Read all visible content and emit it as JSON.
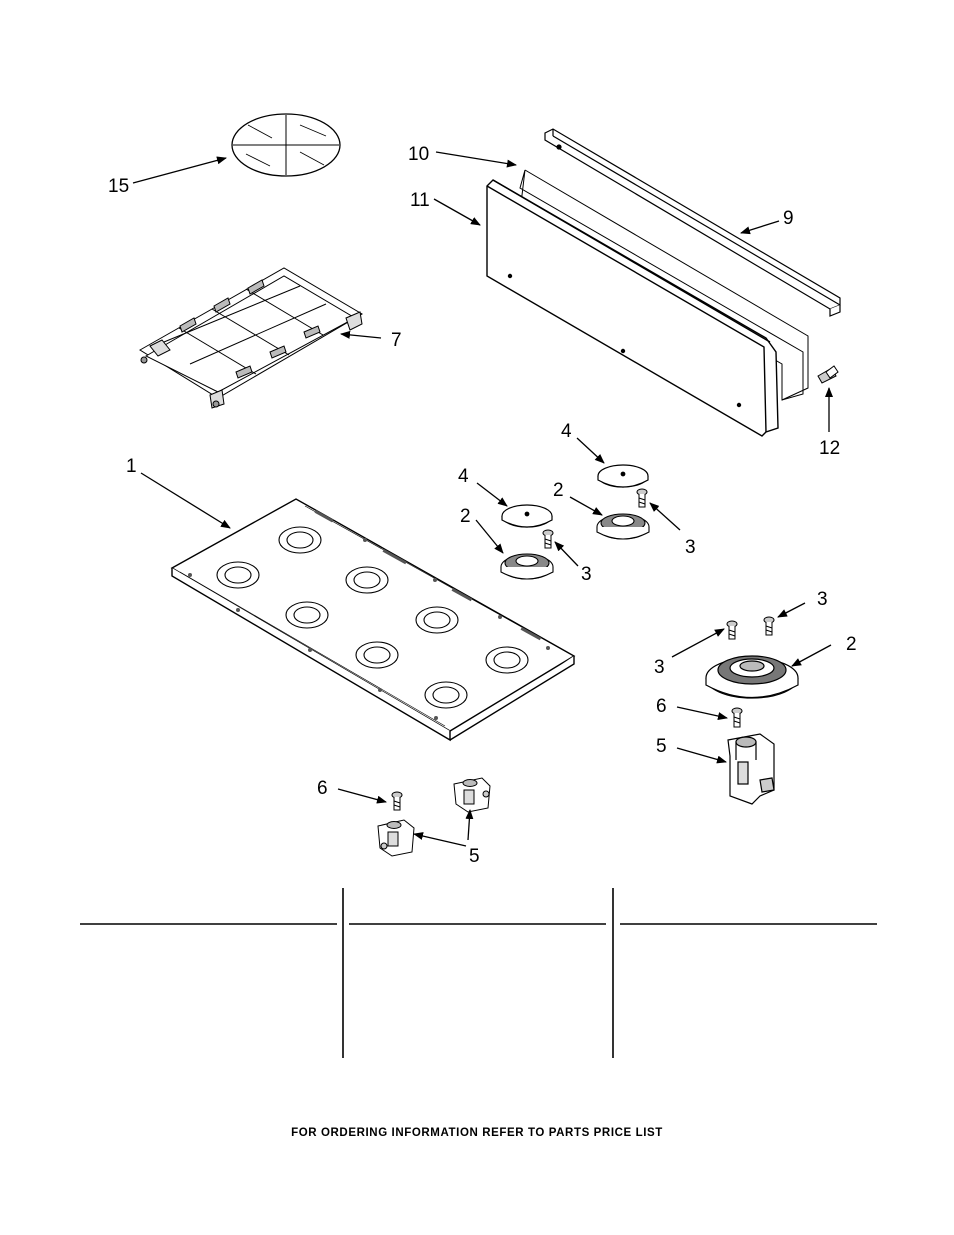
{
  "callouts": {
    "c15": "15",
    "c10": "10",
    "c11": "11",
    "c9": "9",
    "c7": "7",
    "c12": "12",
    "c1": "1",
    "c4a": "4",
    "c4b": "4",
    "c2a": "2",
    "c2b": "2",
    "c3a": "3",
    "c3b": "3",
    "c3c": "3",
    "c3d": "3",
    "c2c": "2",
    "c6a": "6",
    "c5a": "5",
    "c6b": "6",
    "c5b": "5"
  },
  "footer": {
    "text": "FOR ORDERING INFORMATION REFER TO PARTS PRICE LIST"
  }
}
